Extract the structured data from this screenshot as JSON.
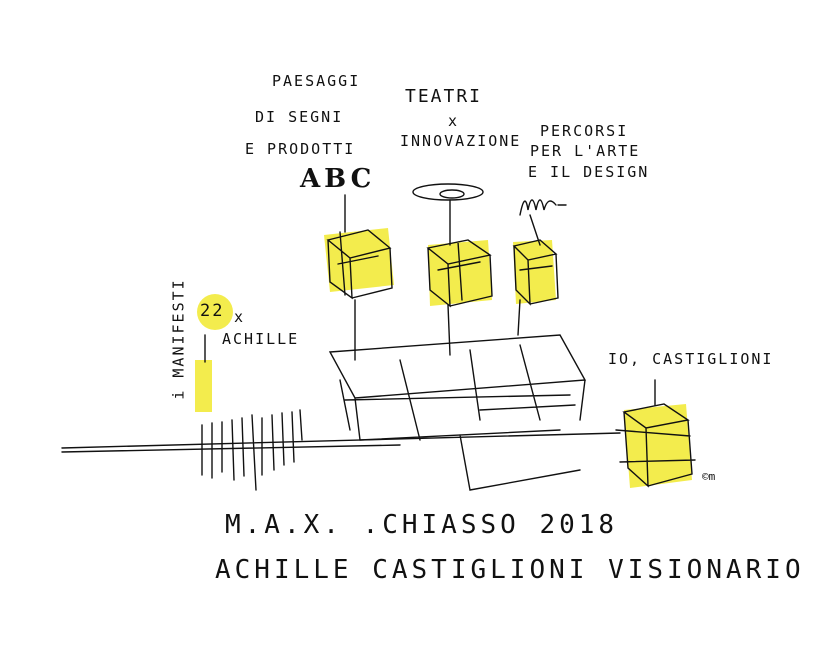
{
  "labels": {
    "paesaggi": [
      "PAESAGGI",
      "DI SEGNI",
      "E PRODOTTI"
    ],
    "abc": "ABC",
    "teatri": [
      "TEATRI",
      "x",
      "INNOVAZIONE"
    ],
    "percorsi": [
      "PERCORSI",
      "PER L'ARTE",
      "E IL DESIGN"
    ],
    "achille_count": "22",
    "achille_label": [
      "x",
      "ACHILLE"
    ],
    "manifesti": "i MANIFESTI",
    "castiglioni": "IO, CASTIGLIONI",
    "signature": "©m"
  },
  "title": {
    "line1": "M.A.X. .CHIASSO 2018",
    "line2": "ACHILLE CASTIGLIONI VISIONARIO"
  },
  "colors": {
    "highlight": "#f2ea3a",
    "ink": "#111111"
  }
}
